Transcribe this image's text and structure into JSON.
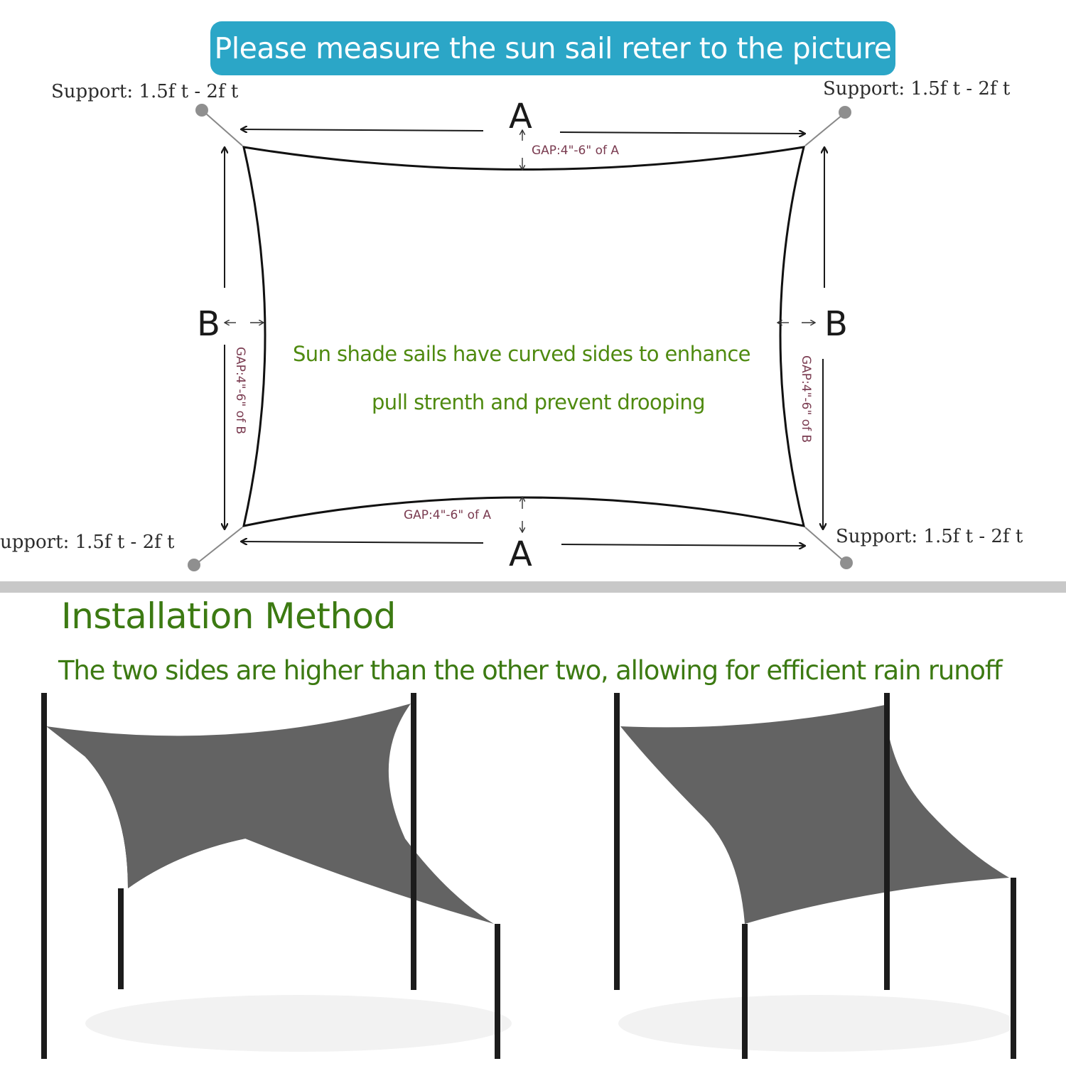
{
  "banner": {
    "text": "Please measure the sun sail reter to the picture",
    "color": "#2ba6c7"
  },
  "diagram": {
    "supports": {
      "top_left": "Support: 1.5f t - 2f t",
      "top_right": "Support: 1.5f t - 2f t",
      "bottom_left": "upport: 1.5f t - 2f t",
      "bottom_right": "Support: 1.5f t - 2f t"
    },
    "dimensions": {
      "top": "A",
      "bottom": "A",
      "left": "B",
      "right": "B"
    },
    "gaps": {
      "top": "GAP:4\"-6\" of A",
      "bottom": "GAP:4\"-6\" of A",
      "left": "GAP:4\"-6\" of B",
      "right": "GAP:4\"-6\" of B"
    },
    "note_line1": "Sun shade sails have curved sides to enhance",
    "note_line2": "pull strenth and prevent drooping"
  },
  "installation": {
    "title": "Installation Method",
    "description": "The two sides are higher than the other two, allowing for efficient rain runoff",
    "sail_color": "#636363",
    "pole_color": "#1c1c1c"
  }
}
